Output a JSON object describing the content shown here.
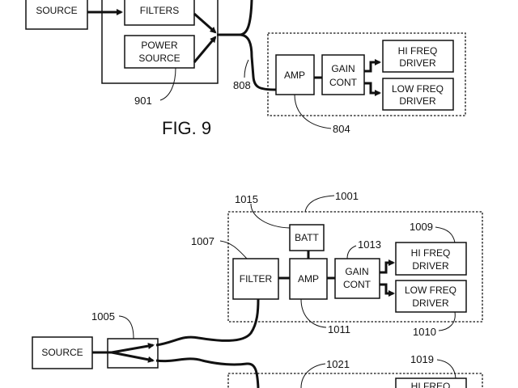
{
  "fig9": {
    "caption": "FIG. 9",
    "blocks": {
      "source": "SOURCE",
      "filters": "FILTERS",
      "power_source": [
        "POWER",
        "SOURCE"
      ],
      "amp": "AMP",
      "gain_cont": [
        "GAIN",
        "CONT"
      ],
      "hi_freq": [
        "HI FREQ",
        "DRIVER"
      ],
      "low_freq": [
        "LOW FREQ",
        "DRIVER"
      ]
    },
    "refs": {
      "housing": "901",
      "cable": "808",
      "speaker_unit": "804"
    }
  },
  "fig10": {
    "blocks": {
      "batt": "BATT",
      "filter": "FILTER",
      "amp": "AMP",
      "gain_cont": [
        "GAIN",
        "CONT"
      ],
      "hi_freq": [
        "HI FREQ",
        "DRIVER"
      ],
      "low_freq": [
        "LOW FREQ",
        "DRIVER"
      ],
      "source": "SOURCE",
      "hi_freq_2": "HI FREQ"
    },
    "refs": {
      "unit": "1001",
      "batt": "1015",
      "filter": "1007",
      "hi_freq": "1009",
      "gain_cont": "1013",
      "amp": "1011",
      "low_freq": "1010",
      "splitter": "1005",
      "unit_2": "1021",
      "hi_freq_2": "1019"
    }
  }
}
